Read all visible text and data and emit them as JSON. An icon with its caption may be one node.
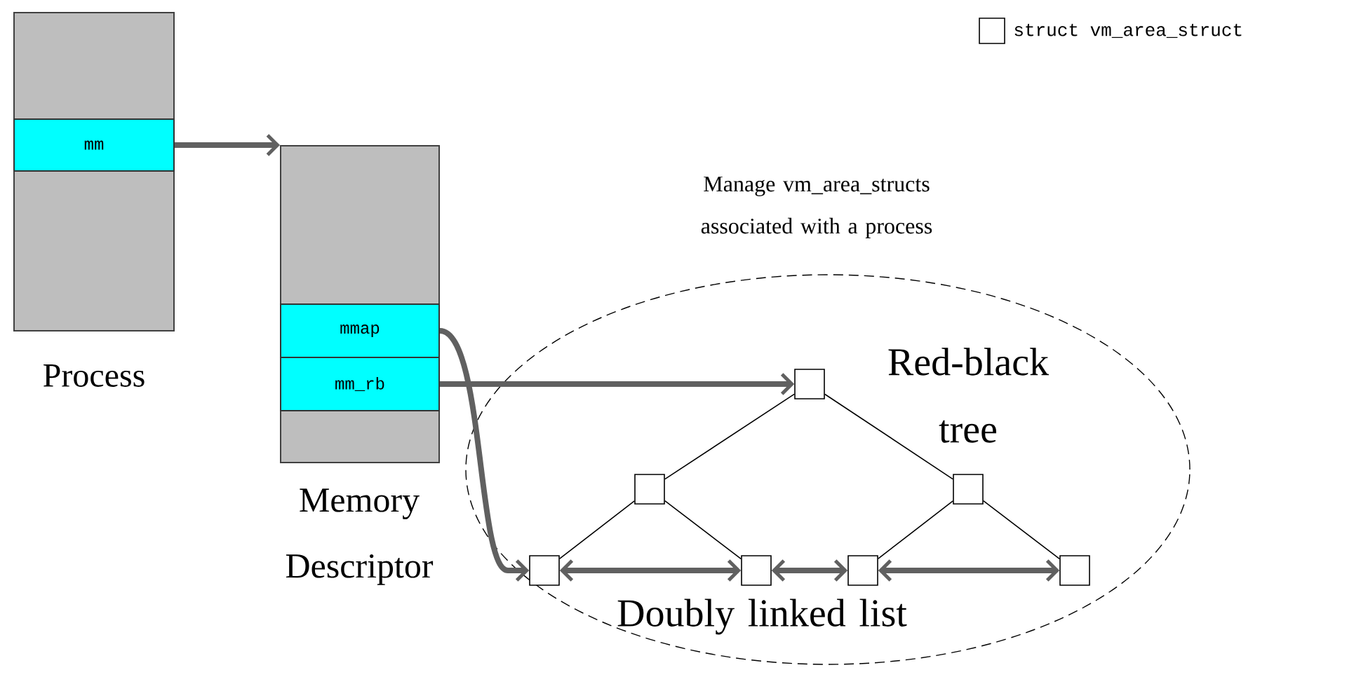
{
  "diagram": {
    "nodes": [
      {
        "text": [
          "Process"
        ]
      },
      {
        "text": [
          "mm"
        ],
        "in": 0
      },
      {
        "text": [
          "Memory Descriptor"
        ]
      },
      {
        "text": [
          "mmap"
        ],
        "in": 2
      },
      {
        "text": [
          "mm_rb"
        ],
        "in": 2
      },
      {
        "text": [
          "Manage vm_area_structs associated with a process"
        ]
      },
      {
        "text": [],
        "shape": "box",
        "in": 5
      },
      {
        "text": [],
        "shape": "box",
        "in": 5
      },
      {
        "text": [],
        "shape": "box",
        "in": 5
      },
      {
        "text": [],
        "shape": "box",
        "in": 5
      },
      {
        "text": [],
        "shape": "box",
        "in": 5
      },
      {
        "text": [],
        "shape": "box",
        "in": 5
      },
      {
        "text": [],
        "shape": "box",
        "in": 5
      }
    ],
    "edges": [
      {
        "from": 1,
        "to": 2,
        "arrow": "to",
        "style": "thick"
      },
      {
        "from": 3,
        "to": 9,
        "arrow": "to",
        "style": "thick"
      },
      {
        "from": 4,
        "to": 6,
        "arrow": "to",
        "style": "thick"
      },
      {
        "from": 6,
        "to": 7,
        "arrow": "none",
        "color": "#000000"
      },
      {
        "from": 6,
        "to": 8,
        "arrow": "none",
        "color": "#000000"
      },
      {
        "from": 7,
        "to": 9,
        "arrow": "none",
        "color": "#000000"
      },
      {
        "from": 7,
        "to": 10,
        "arrow": "none",
        "color": "#000000"
      },
      {
        "from": 8,
        "to": 11,
        "arrow": "none",
        "color": "#000000"
      },
      {
        "from": 8,
        "to": 12,
        "arrow": "none",
        "color": "#000000"
      },
      {
        "from": 9,
        "to": 10,
        "arrow": "both",
        "style": "thick"
      },
      {
        "from": 10,
        "to": 11,
        "arrow": "both",
        "style": "thick"
      },
      {
        "from": 11,
        "to": 12,
        "arrow": "both",
        "style": "thick"
      }
    ],
    "labels": [
      "Red-black tree",
      "Doubly linked list"
    ],
    "legend": [
      {
        "text": "struct vm_area_struct"
      }
    ]
  }
}
